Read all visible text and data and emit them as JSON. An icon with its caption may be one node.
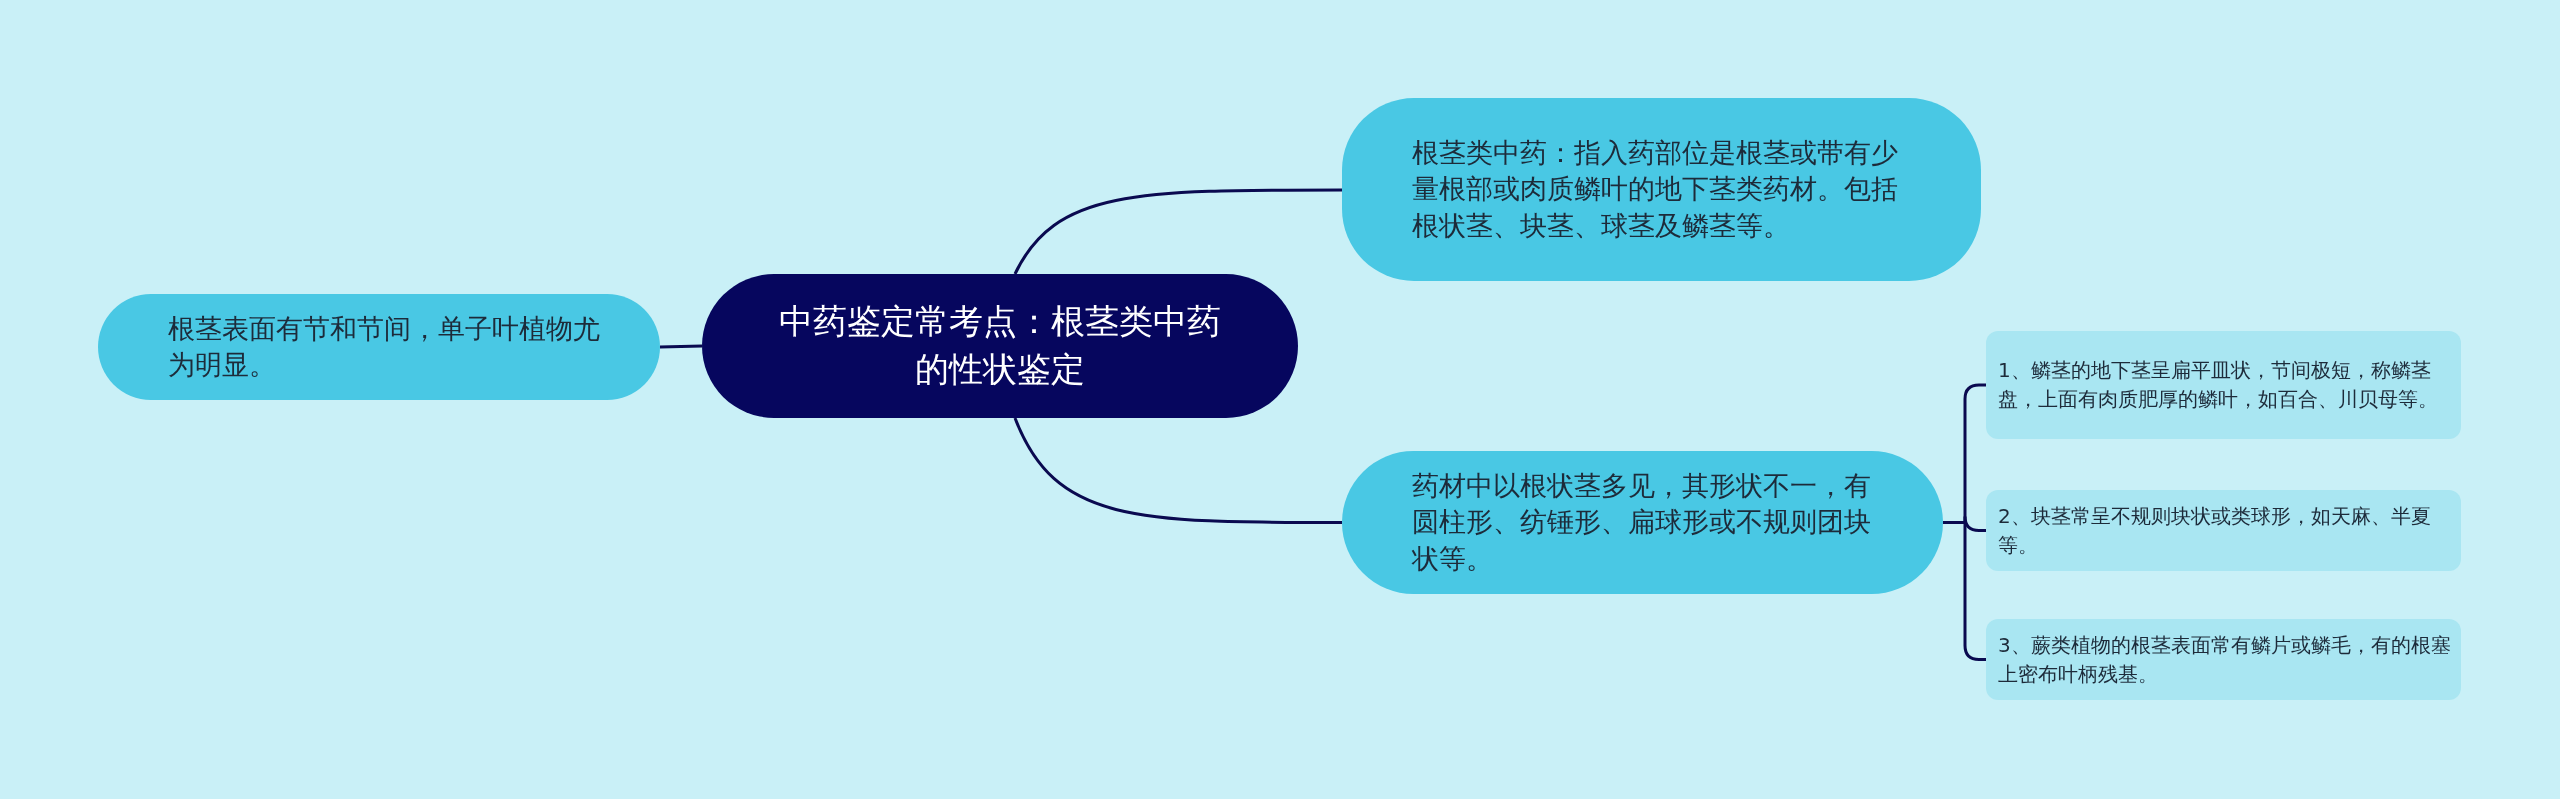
{
  "diagram": {
    "nodes": [
      {
        "text": [
          "中药鉴定常考点：根茎类中药的性状鉴定"
        ]
      },
      {
        "text": [
          "根茎表面有节和节间，单子叶植物尤为明显。"
        ]
      },
      {
        "text": [
          "根茎类中药：指入药部位是根茎或带有少量根部或肉质鳞叶的地下茎类药材。包括根状茎、块茎、球茎及鳞茎等。"
        ]
      },
      {
        "text": [
          "药材中以根状茎多见，其形状不一，有圆柱形、纺锤形、扁球形或不规则团块状等。"
        ]
      },
      {
        "text": [
          "1、鳞茎的地下茎呈扁平皿状，节间极短，称鳞茎盘，上面有肉质肥厚的鳞叶，如百合、川贝母等。"
        ]
      },
      {
        "text": [
          "2、块茎常呈不规则块状或类球形，如天麻、半夏等。"
        ]
      },
      {
        "text": [
          "3、蕨类植物的根茎表面常有鳞片或鳞毛，有的根塞上密布叶柄残基。"
        ]
      }
    ],
    "edges": [
      {
        "from": 0,
        "to": 1,
        "arrow": "none"
      },
      {
        "from": 0,
        "to": 2,
        "arrow": "none"
      },
      {
        "from": 0,
        "to": 3,
        "arrow": "none"
      },
      {
        "from": 3,
        "to": 4,
        "arrow": "none"
      },
      {
        "from": 3,
        "to": 5,
        "arrow": "none"
      },
      {
        "from": 3,
        "to": 6,
        "arrow": "none"
      }
    ]
  }
}
